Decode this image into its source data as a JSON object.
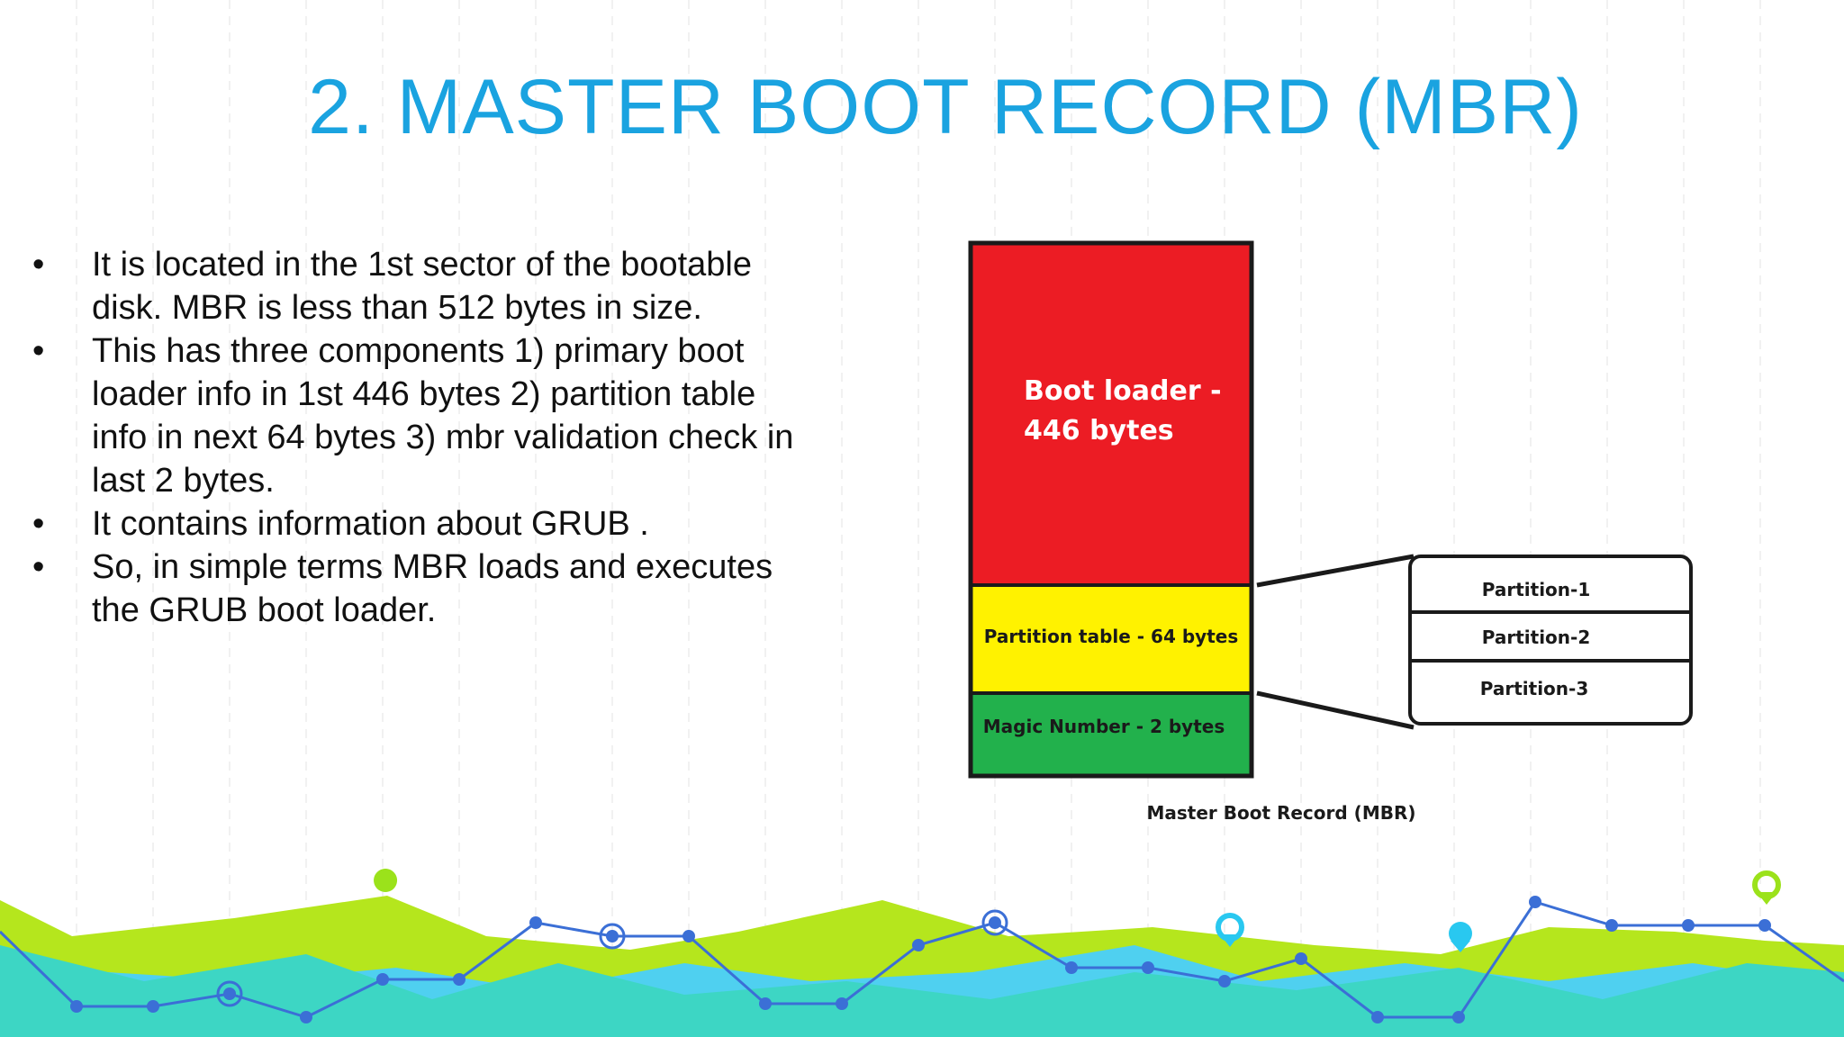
{
  "slide": {
    "title": "2.  MASTER BOOT RECORD (MBR)",
    "bullets": [
      {
        "lines": [
          "It is located in the 1st sector of the bootable",
          "disk. MBR is less than 512 bytes in size."
        ]
      },
      {
        "lines": [
          "This has three components 1) primary boot",
          "loader info in 1st 446 bytes 2) partition table",
          "info in next 64 bytes 3) mbr validation check in",
          "last 2 bytes."
        ]
      },
      {
        "lines": [
          "It contains information about GRUB ."
        ]
      },
      {
        "lines": [
          "So, in simple terms MBR loads and executes",
          "the GRUB boot loader."
        ]
      }
    ],
    "bullet_symbol": "•"
  },
  "diagram": {
    "segments": [
      {
        "label_lines": [
          "Boot loader -",
          "446 bytes"
        ],
        "color": "#ec1c24"
      },
      {
        "label_lines": [
          "Partition table - 64 bytes"
        ],
        "color": "#fff200"
      },
      {
        "label_lines": [
          "Magic Number - 2 bytes"
        ],
        "color": "#22b14c"
      }
    ],
    "partitions": [
      "Partition-1",
      "Partition-2",
      "Partition-3"
    ],
    "caption": "Master Boot Record (MBR)"
  },
  "colors": {
    "title": "#1aa3e0",
    "hill_green": "#b5e61d",
    "hill_teal": "#3dd6c4",
    "hill_blue": "#4fd0f0",
    "line_blue": "#3b6fd6",
    "pin_green": "#9be21b",
    "pin_cyan": "#29c8f0"
  },
  "decor": {
    "pins": [
      "map-pin-icon",
      "map-pin-icon",
      "map-pin-icon",
      "map-pin-icon",
      "map-pin-icon"
    ]
  }
}
